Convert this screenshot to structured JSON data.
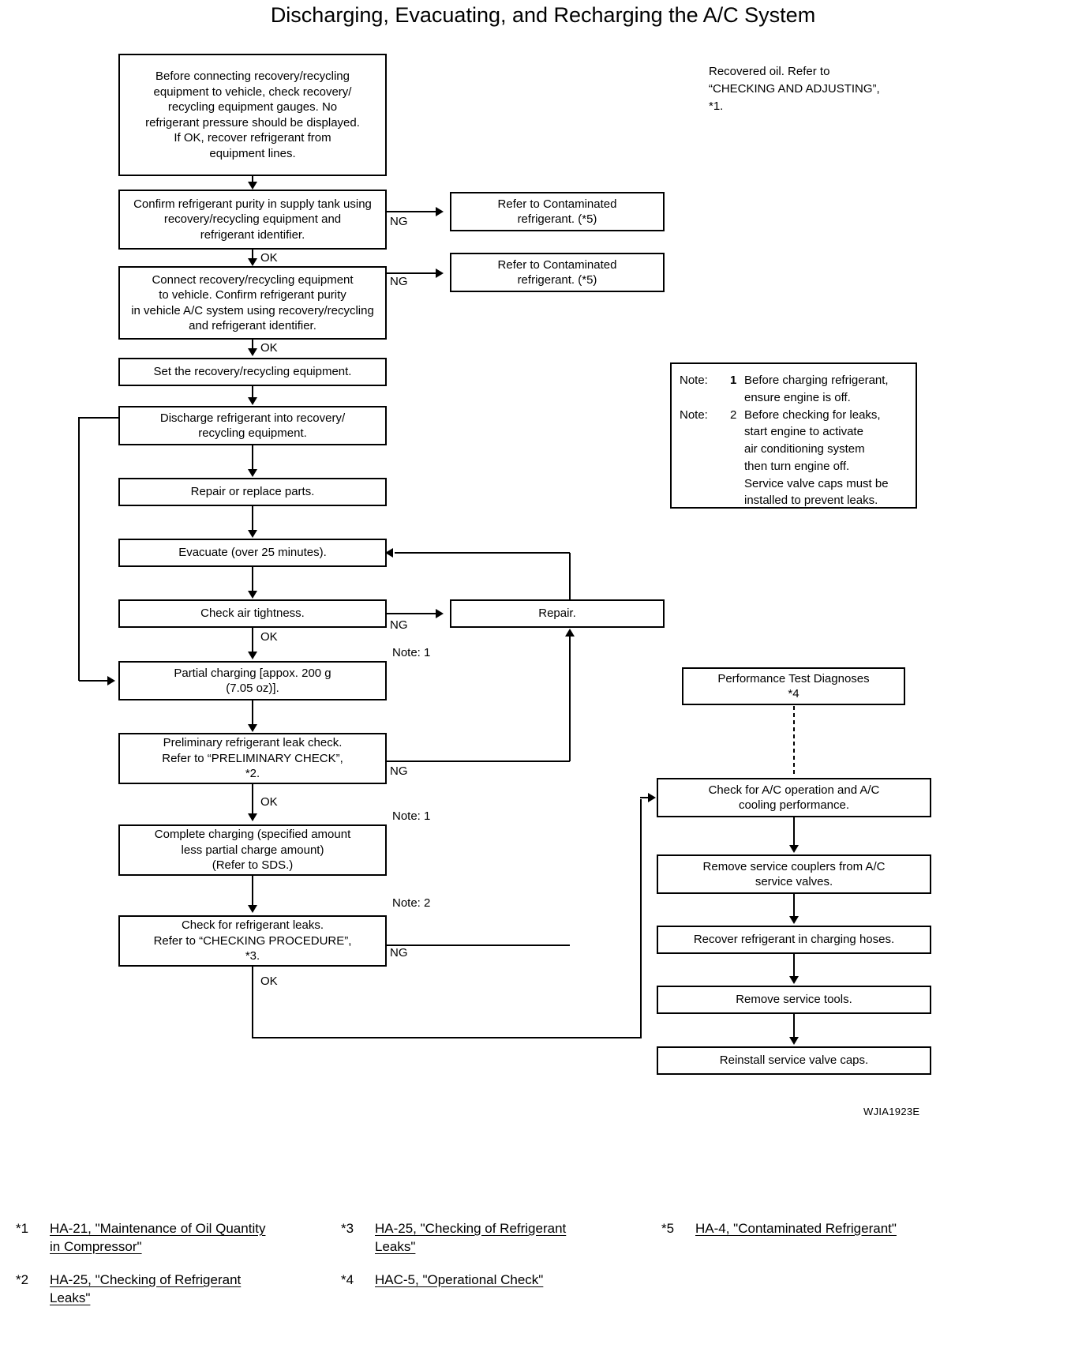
{
  "title": "Discharging, Evacuating, and Recharging the A/C System",
  "figure_code": "WJIA1923E",
  "side_notes": {
    "recovered_oil": "Recovered oil. Refer to\n“CHECKING AND ADJUSTING”,\n*1."
  },
  "note_box": {
    "rows": [
      {
        "label": "Note:",
        "num": "1",
        "text": "Before charging refrigerant,\nensure engine is off."
      },
      {
        "label": "Note:",
        "num": "2",
        "text": "Before checking for leaks,\nstart engine to activate\nair conditioning system\nthen turn engine off.\nService valve caps must be\ninstalled to prevent leaks."
      }
    ]
  },
  "boxes": {
    "b1_precheck": "Before connecting recovery/recycling\nequipment to vehicle, check recovery/\nrecycling equipment gauges. No\nrefrigerant pressure should be displayed.\nIf OK, recover refrigerant from\nequipment lines.",
    "b2_confirm_supply": "Confirm refrigerant purity in supply tank using\nrecovery/recycling equipment and\nrefrigerant identifier.",
    "b3_connect": "Connect recovery/recycling equipment\nto vehicle. Confirm refrigerant purity\nin vehicle A/C system using recovery/recycling\nand refrigerant identifier.",
    "b4_set": "Set the recovery/recycling equipment.",
    "b5_discharge": "Discharge refrigerant into recovery/\nrecycling equipment.",
    "b6_repair_parts": "Repair or replace parts.",
    "b7_evacuate": "Evacuate (over 25 minutes).",
    "b8_airtight": "Check air tightness.",
    "b9_partial": "Partial charging [appox. 200 g\n(7.05 oz)].",
    "b10_prelim": "Preliminary refrigerant leak check.\nRefer to “PRELIMINARY CHECK”,\n*2.",
    "b11_complete": "Complete charging (specified amount\nless partial charge amount)\n(Refer to SDS.)",
    "b12_checkleaks": "Check for refrigerant leaks.\nRefer to “CHECKING PROCEDURE”,\n*3.",
    "c1_contaminated": "Refer to Contaminated\nrefrigerant. (*5)",
    "c2_contaminated": "Refer to Contaminated\nrefrigerant. (*5)",
    "r0_repair": "Repair.",
    "r1_perf": "Performance Test Diagnoses\n*4",
    "r2_checkac": "Check for A/C operation and A/C\ncooling performance.",
    "r3_couplers": "Remove service couplers from A/C\nservice valves.",
    "r4_recover": "Recover refrigerant in charging hoses.",
    "r5_tools": "Remove service tools.",
    "r6_caps": "Reinstall service valve caps."
  },
  "edge_labels": {
    "ng1": "NG",
    "ng2": "NG",
    "ok1": "OK",
    "ok2": "OK",
    "ok3": "OK",
    "ng3": "NG",
    "note1_a": "Note: 1",
    "ok4": "OK",
    "ng4": "NG",
    "note1_b": "Note: 1",
    "note2": "Note: 2",
    "ng5": "NG",
    "ok5": "OK"
  },
  "footnotes": [
    {
      "mark": "*1",
      "text": "HA-21, \"Maintenance of Oil Quantity\nin Compressor\""
    },
    {
      "mark": "*2",
      "text": "HA-25, \"Checking of Refrigerant\nLeaks\""
    },
    {
      "mark": "*3",
      "text": "HA-25, \"Checking of Refrigerant\nLeaks\""
    },
    {
      "mark": "*4",
      "text": "HAC-5, \"Operational Check\""
    },
    {
      "mark": "*5",
      "text": "HA-4, \"Contaminated Refrigerant\""
    }
  ]
}
